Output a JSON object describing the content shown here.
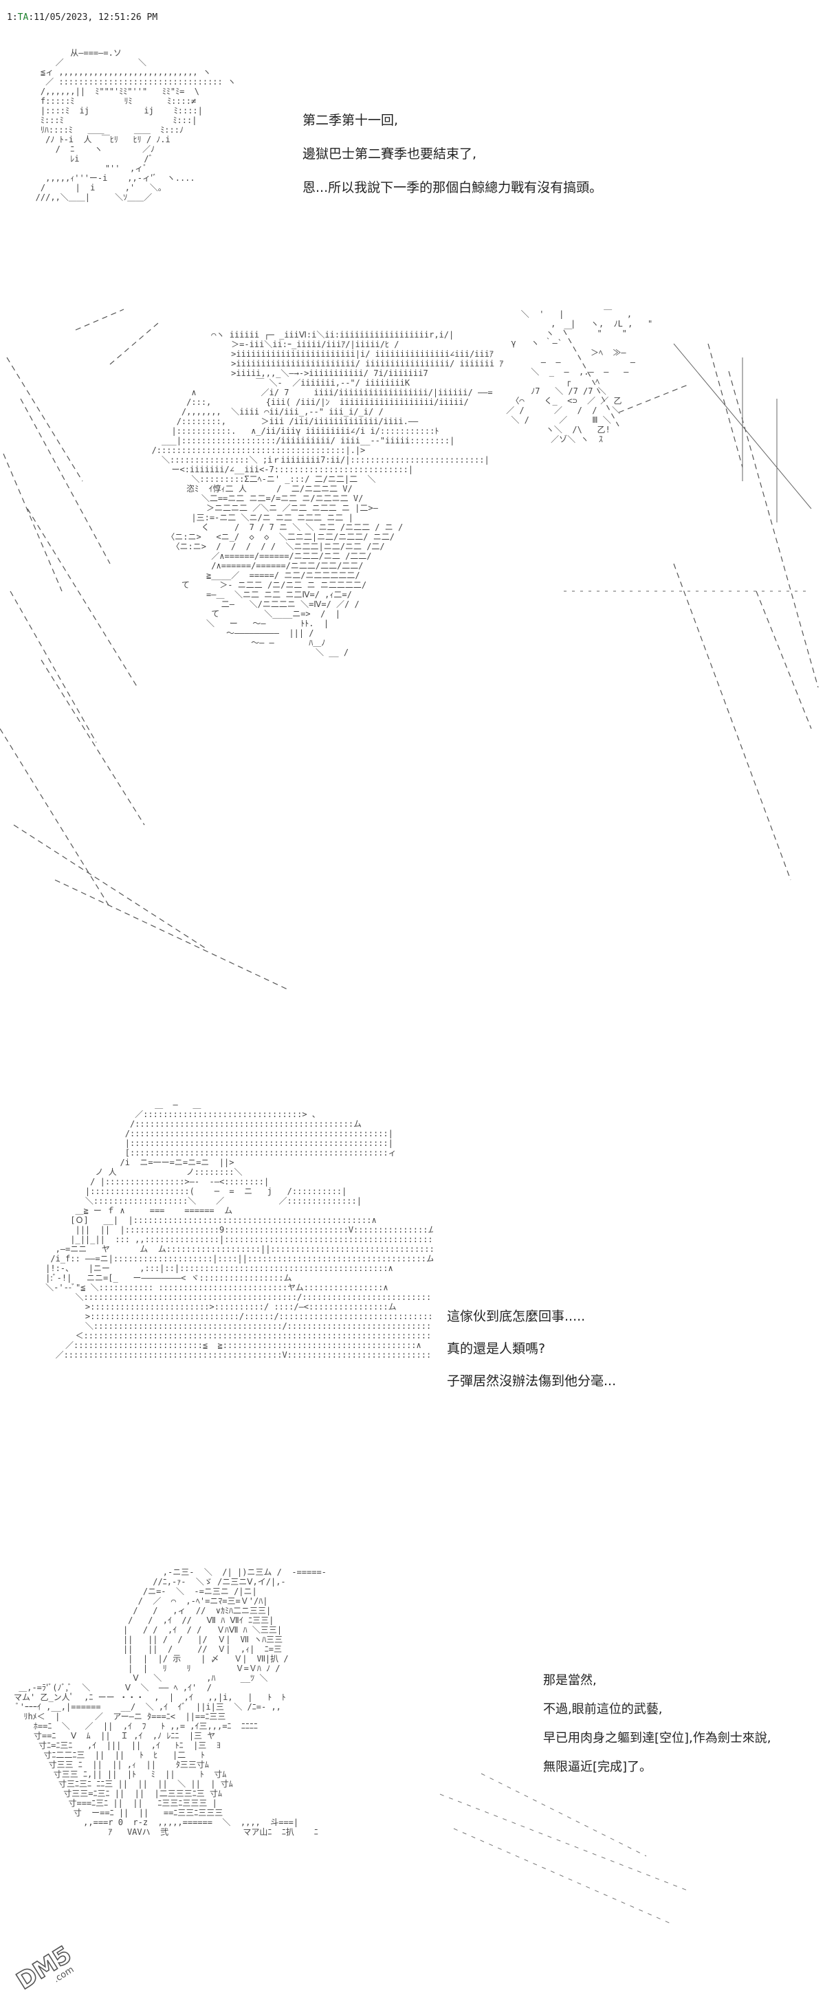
{
  "post": {
    "number": "1:",
    "name": "TA",
    "datetime": ":11/05/2023, 12:51:26 PM"
  },
  "panels": [
    {
      "id": "panel-1",
      "dialogue": [
        "第二季第十一回,",
        "邊獄巴士第二賽季也要結束了,",
        "恩...所以我說下一季的那個白鯨總力戰有沒有搞頭。"
      ]
    },
    {
      "id": "panel-2",
      "dialogue": []
    },
    {
      "id": "panel-3",
      "dialogue": [
        "這傢伙到底怎麼回事.....",
        "真的還是人類嗎?",
        "子彈居然沒辦法傷到他分毫..."
      ]
    },
    {
      "id": "panel-4",
      "dialogue": [
        "那是當然,",
        "不過,眼前這位的武藝,",
        "早已用肉身之軀到達[空位],作為劍士來說,",
        "無限逼近[完成]了。"
      ]
    }
  ],
  "watermark": {
    "brand": "DM5",
    "domain": ".com"
  }
}
